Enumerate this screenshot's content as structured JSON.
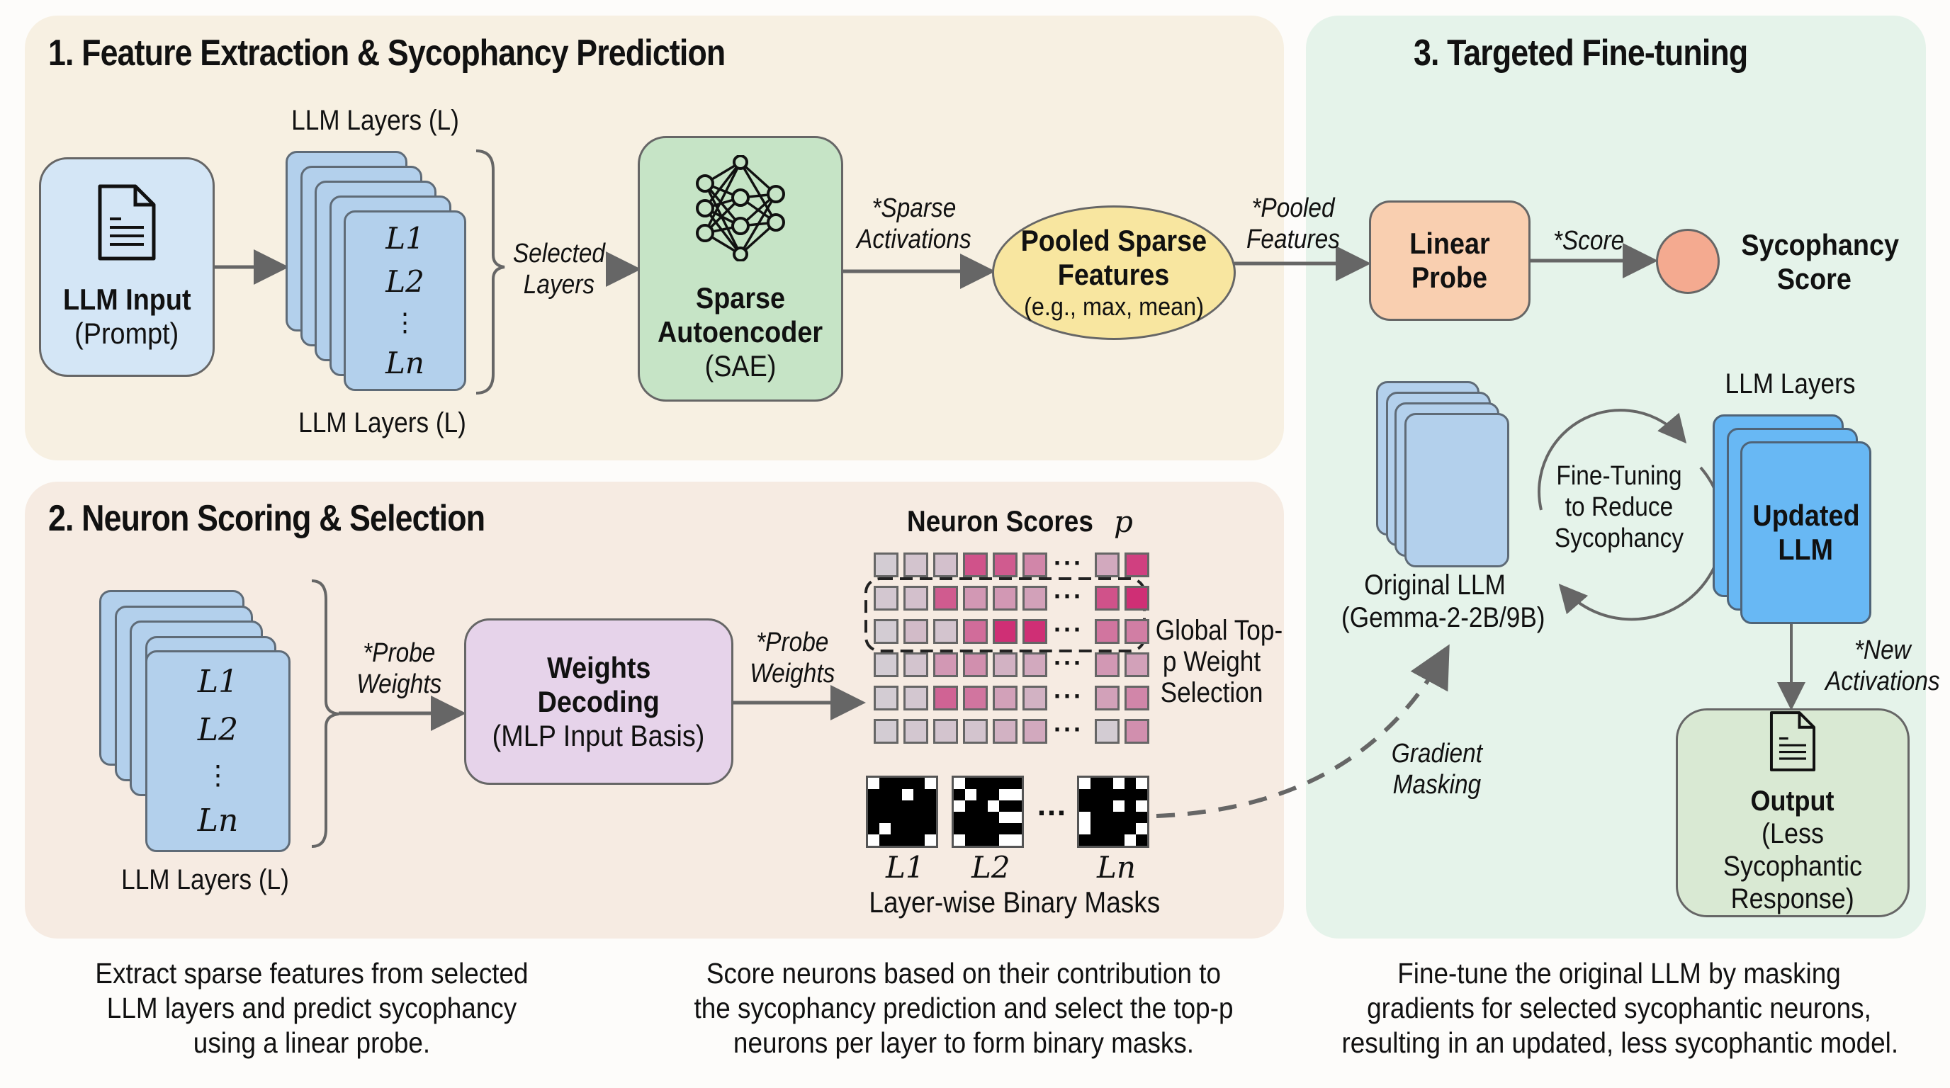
{
  "sections": {
    "s1": {
      "title": "1. Feature Extraction & Sycophancy Prediction",
      "llm_input": {
        "title": "LLM Input",
        "subtitle": "(Prompt)",
        "icon": "document-icon"
      },
      "layers_top_label": "LLM Layers (L)",
      "layers_bottom_label": "LLM Layers (L)",
      "layer_labels": [
        "L1",
        "L2",
        "⋮",
        "Ln"
      ],
      "selected_layers_label": [
        "Selected",
        "Layers"
      ],
      "sae": {
        "title_lines": [
          "Sparse",
          "Autoencoder"
        ],
        "subtitle": "(SAE)",
        "icon": "neural-network-icon"
      },
      "sparse_activations_label": [
        "*Sparse",
        "Activations"
      ],
      "pooled": {
        "title_lines": [
          "Pooled Sparse",
          "Features"
        ],
        "subtitle": "(e.g., max, mean)"
      },
      "pooled_features_label": [
        "*Pooled",
        "Features"
      ],
      "caption": [
        "Extract sparse features from selected",
        "LLM layers and predict sycophancy",
        "using a linear probe."
      ]
    },
    "s2": {
      "title": "2. Neuron Scoring & Selection",
      "layer_labels": [
        "L1",
        "L2",
        "⋮",
        "Ln"
      ],
      "layers_label": "LLM Layers (L)",
      "probe_weights_in": [
        "*Probe",
        "Weights"
      ],
      "weights_decoding": {
        "title_lines": [
          "Weights",
          "Decoding"
        ],
        "subtitle": "(MLP Input Basis)"
      },
      "probe_weights_out": [
        "*Probe",
        "Weights"
      ],
      "neuron_scores_title": "Neuron Scores",
      "neuron_scores_p": "p",
      "neuron_scores": [
        [
          0.05,
          0.1,
          0.12,
          0.75,
          0.7,
          0.45,
          0.25,
          0.85
        ],
        [
          0.08,
          0.12,
          0.7,
          0.35,
          0.35,
          0.3,
          0.75,
          0.95
        ],
        [
          0.05,
          0.15,
          0.1,
          0.6,
          0.95,
          0.95,
          0.55,
          0.5
        ],
        [
          0.05,
          0.1,
          0.35,
          0.4,
          0.2,
          0.25,
          0.35,
          0.3
        ],
        [
          0.05,
          0.08,
          0.65,
          0.55,
          0.3,
          0.2,
          0.3,
          0.45
        ],
        [
          0.05,
          0.08,
          0.1,
          0.1,
          0.2,
          0.25,
          0.05,
          0.4
        ]
      ],
      "selected_rows": [
        1,
        2
      ],
      "global_top_p_label": [
        "Global Top-",
        "p Weight",
        "Selection"
      ],
      "masks": [
        {
          "label": "L1",
          "white": [
            [
              0,
              0
            ],
            [
              0,
              5
            ],
            [
              1,
              3
            ],
            [
              4,
              1
            ],
            [
              5,
              0
            ],
            [
              5,
              5
            ]
          ]
        },
        {
          "label": "L2",
          "white": [
            [
              0,
              0
            ],
            [
              1,
              1
            ],
            [
              1,
              4
            ],
            [
              1,
              5
            ],
            [
              2,
              0
            ],
            [
              2,
              3
            ],
            [
              3,
              4
            ],
            [
              3,
              5
            ],
            [
              5,
              0
            ],
            [
              5,
              4
            ],
            [
              5,
              5
            ]
          ]
        },
        {
          "label": "Ln",
          "white": [
            [
              0,
              0
            ],
            [
              0,
              3
            ],
            [
              0,
              5
            ],
            [
              2,
              3
            ],
            [
              2,
              5
            ],
            [
              3,
              0
            ],
            [
              4,
              0
            ],
            [
              4,
              5
            ],
            [
              5,
              4
            ]
          ]
        }
      ],
      "masks_ellipsis": "…",
      "masks_label": "Layer-wise Binary Masks",
      "caption": [
        "Score neurons based on their contribution to",
        "the sycophancy prediction and select the top-p",
        "neurons per layer to form binary masks."
      ]
    },
    "s3": {
      "title": "3. Targeted Fine-tuning",
      "linear_probe": [
        "Linear",
        "Probe"
      ],
      "score_label": "*Score",
      "sycophancy_score": [
        "Sycophancy",
        "Score"
      ],
      "original_llm": [
        "Original LLM",
        "(Gemma-2-2B/9B)"
      ],
      "fine_tuning_label": [
        "Fine-Tuning",
        "to Reduce",
        "Sycophancy"
      ],
      "llm_layers_label": "LLM Layers",
      "updated_llm": [
        "Updated",
        "LLM"
      ],
      "new_activations_label": [
        "*New",
        "Activations"
      ],
      "gradient_masking_label": [
        "Gradient",
        "Masking"
      ],
      "output": {
        "title": "Output",
        "subtitle_lines": [
          "(Less Sycophantic",
          "Response)"
        ],
        "icon": "document-icon"
      },
      "caption": [
        "Fine-tune the original LLM by masking",
        "gradients for selected sycophantic neurons,",
        "resulting in an updated, less sycophantic model."
      ]
    }
  },
  "colors": {
    "panel1": "#f7f0e2",
    "panel2": "#f6ebe2",
    "panel3": "#e5f3ea",
    "input_box": "#d4e6f6",
    "layer_card": "#b3d0ec",
    "sae_box": "#c6e4c6",
    "pooled_ellipse": "#f8e6a0",
    "weights_decoding": "#e6d3ea",
    "linear_probe": "#f9cfb0",
    "score_circle": "#f4aa90",
    "updated_llm": "#68b8f4",
    "output_box": "#d9e9d3",
    "score_low": "#d3d5d8",
    "score_high": "#cf2670",
    "arrow": "#666666"
  }
}
